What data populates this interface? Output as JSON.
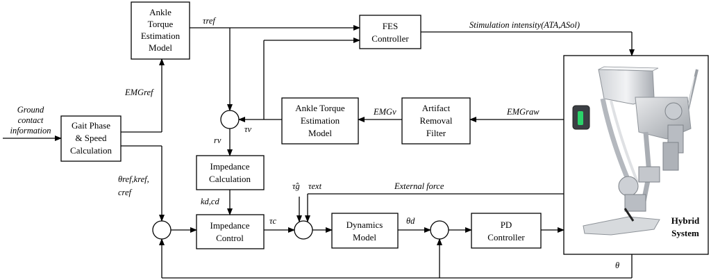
{
  "blocks": {
    "ankle_torque_model_top": [
      "Ankle",
      "Torque",
      "Estimation",
      "Model"
    ],
    "fes_controller": [
      "FES",
      "Controller"
    ],
    "gait_phase": [
      "Gait Phase",
      "& Speed",
      "Calculation"
    ],
    "ankle_torque_model_mid": [
      "Ankle Torque",
      "Estimation",
      "Model"
    ],
    "artifact_filter": [
      "Artifact",
      "Removal",
      "Filter"
    ],
    "impedance_calc": [
      "Impedance",
      "Calculation"
    ],
    "impedance_control": [
      "Impedance",
      "Control"
    ],
    "dynamics_model": [
      "Dynamics",
      "Model"
    ],
    "pd_controller": [
      "PD",
      "Controller"
    ],
    "hybrid_system": [
      "Hybrid",
      "System"
    ]
  },
  "signals": {
    "tau_ref": "τref",
    "stim": "Stimulation intensity(ATA,ASol)",
    "emg_ref": "EMGref",
    "emg_v": "EMGv",
    "emg_raw": "EMGraw",
    "tau_v": "τv",
    "r_v": "rv",
    "ground_contact": [
      "Ground",
      "contact",
      "information"
    ],
    "theta_k_c_ref": [
      "θref,kref,",
      "cref"
    ],
    "kd_cd": "kd,cd",
    "tau_c": "τc",
    "tau_g_hat": "τ̂g",
    "tau_ext": "τext",
    "external_force": "External force",
    "theta_d": "θd",
    "theta": "θ"
  },
  "colors": {
    "line": "#000000",
    "block_fill": "#ffffff"
  }
}
